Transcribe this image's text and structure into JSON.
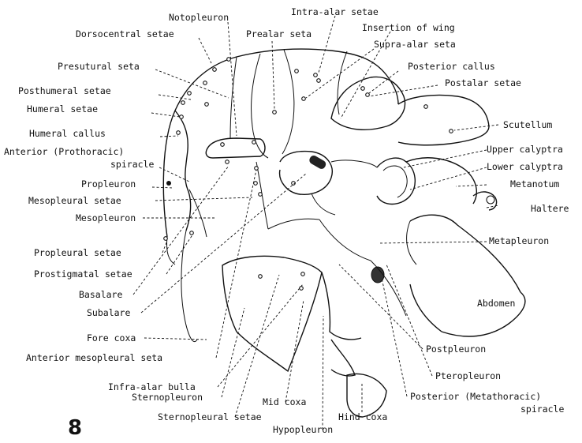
{
  "figure": {
    "number": "8"
  },
  "labels": {
    "notopleuron": "Notopleuron",
    "intra_alar_setae": "Intra-alar setae",
    "insertion_of_wing": "Insertion of wing",
    "dorsocentral_setae": "Dorsocentral setae",
    "prealar_seta": "Prealar seta",
    "supra_alar_seta": "Supra-alar seta",
    "presutural_seta": "Presutural seta",
    "posterior_callus": "Posterior callus",
    "posthumeral_setae": "Posthumeral setae",
    "postalar_setae": "Postalar setae",
    "humeral_setae": "Humeral setae",
    "scutellum": "Scutellum",
    "humeral_callus": "Humeral callus",
    "anterior_prothoracic_1": "Anterior (Prothoracic)",
    "anterior_prothoracic_2": "spiracle",
    "upper_calyptra": "Upper calyptra",
    "lower_calyptra": "Lower calyptra",
    "propleuron": "Propleuron",
    "metanotum": "Metanotum",
    "mesopleural_setae": "Mesopleural setae",
    "haltere": "Haltere",
    "mesopleuron": "Mesopleuron",
    "metapleuron": "Metapleuron",
    "propleural_setae": "Propleural setae",
    "prostigmatal_setae": "Prostigmatal setae",
    "abdomen": "Abdomen",
    "basalare": "Basalare",
    "subalare": "Subalare",
    "fore_coxa": "Fore coxa",
    "postpleuron": "Postpleuron",
    "anterior_mesopleural_seta": "Anterior mesopleural seta",
    "pteropleuron": "Pteropleuron",
    "infra_alar_bulla": "Infra-alar bulla",
    "sternopleuron": "Sternopleuron",
    "mid_coxa": "Mid coxa",
    "posterior_metathoracic_1": "Posterior (Metathoracic)",
    "posterior_metathoracic_2": "spiracle",
    "hind_coxa": "Hind coxa",
    "sternopleural_setae": "Sternopleural setae",
    "hypopleuron": "Hypopleuron"
  }
}
